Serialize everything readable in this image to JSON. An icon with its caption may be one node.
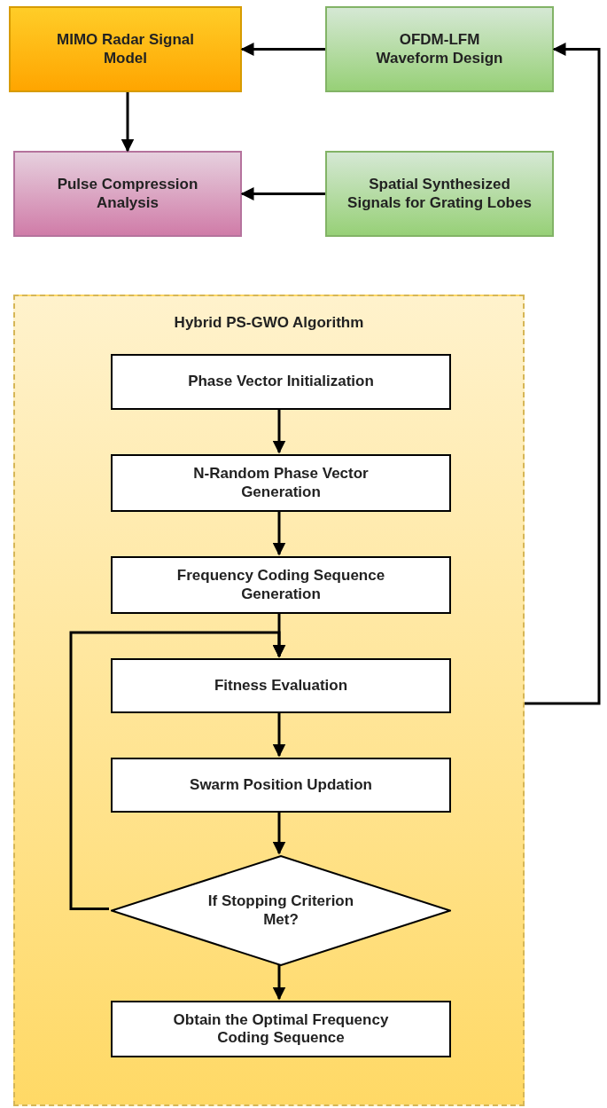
{
  "diagram": {
    "nodes": [
      {
        "text": [
          "MIMO Radar Signal Model"
        ]
      },
      {
        "text": [
          "OFDM-LFM Waveform Design"
        ]
      },
      {
        "text": [
          "Pulse Compression Analysis"
        ]
      },
      {
        "text": [
          "Spatial Synthesized Signals for Grating Lobes"
        ]
      },
      {
        "text": [
          "Hybrid PS-GWO Algorithm"
        ]
      },
      {
        "text": [
          "Phase Vector Initialization"
        ],
        "in": 4
      },
      {
        "text": [
          "N-Random Phase Vector Generation"
        ],
        "in": 4
      },
      {
        "text": [
          "Frequency Coding Sequence Generation"
        ],
        "in": 4
      },
      {
        "text": [
          "Fitness Evaluation"
        ],
        "in": 4
      },
      {
        "text": [
          "Swarm Position Updation"
        ],
        "in": 4
      },
      {
        "text": [
          "If Stopping Criterion Met?"
        ],
        "in": 4
      },
      {
        "text": [
          "Obtain the Optimal Frequency Coding Sequence"
        ],
        "in": 4
      }
    ],
    "edges": [
      {
        "from": 1,
        "to": 0,
        "arrow": "to"
      },
      {
        "from": 0,
        "to": 2,
        "arrow": "to"
      },
      {
        "from": 3,
        "to": 2,
        "arrow": "to"
      },
      {
        "from": 4,
        "to": 1,
        "arrow": "to"
      },
      {
        "from": 5,
        "to": 6,
        "arrow": "to"
      },
      {
        "from": 6,
        "to": 7,
        "arrow": "to"
      },
      {
        "from": 7,
        "to": 8,
        "arrow": "to"
      },
      {
        "from": 8,
        "to": 9,
        "arrow": "to"
      },
      {
        "from": 9,
        "to": 10,
        "arrow": "to"
      },
      {
        "from": 10,
        "to": 11,
        "arrow": "to"
      },
      {
        "from": 10,
        "to": 8,
        "arrow": "to"
      }
    ]
  }
}
